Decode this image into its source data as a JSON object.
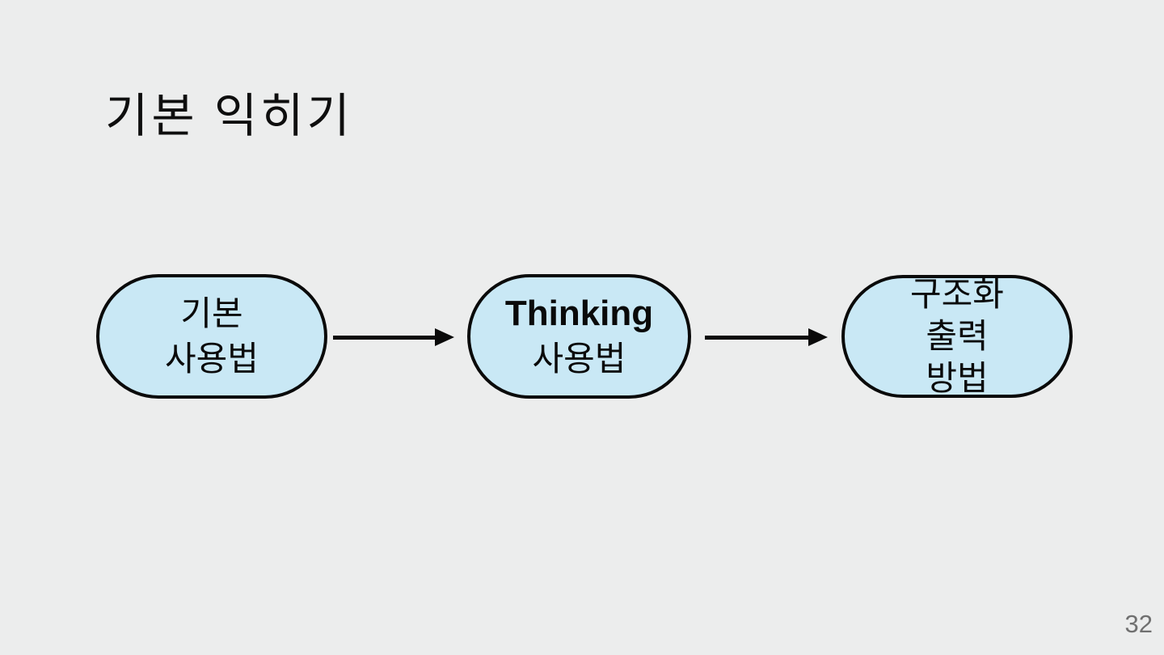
{
  "slide": {
    "title": "기본 익히기",
    "page_number": "32",
    "colors": {
      "background": "#ECEDED",
      "node_fill": "#C9E8F5",
      "node_outline": "#0A0A0A",
      "arrow": "#0A0A0A",
      "text": "#0A0A0A",
      "page_number": "#707070"
    },
    "diagram": {
      "nodes": [
        {
          "id": "basic-usage",
          "lines": [
            "기본",
            "사용법"
          ]
        },
        {
          "id": "thinking-usage",
          "lines": [
            "Thinking",
            "사용법"
          ]
        },
        {
          "id": "structured-output",
          "lines": [
            "구조화",
            "출력",
            "방법"
          ]
        }
      ],
      "connectors": [
        {
          "from": "basic-usage",
          "to": "thinking-usage",
          "direction": "right"
        },
        {
          "from": "thinking-usage",
          "to": "structured-output",
          "direction": "right"
        }
      ]
    }
  }
}
